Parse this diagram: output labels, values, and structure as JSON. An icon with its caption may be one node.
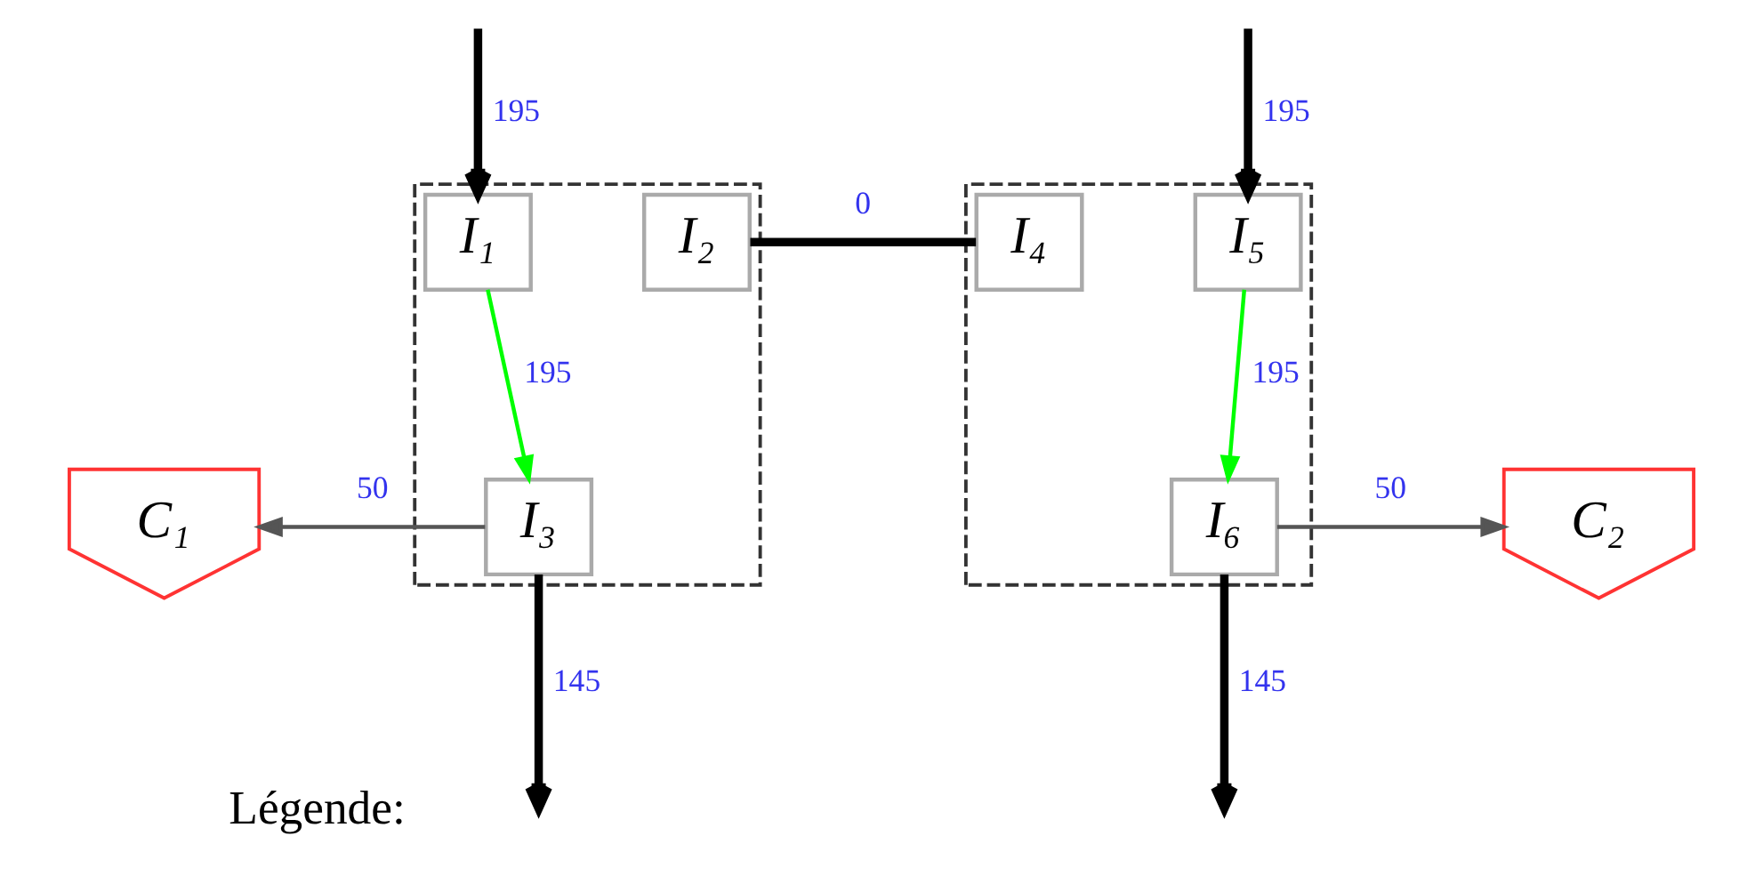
{
  "diagram": {
    "nodes": [
      {
        "text": [],
        "shape": "box"
      },
      {
        "text": [
          "I₁"
        ],
        "in": 0
      },
      {
        "text": [
          "I₂"
        ],
        "in": 0
      },
      {
        "text": [
          "I₃"
        ],
        "in": 0
      },
      {
        "text": [],
        "shape": "box"
      },
      {
        "text": [
          "I₄"
        ],
        "in": 4
      },
      {
        "text": [
          "I₅"
        ],
        "in": 4
      },
      {
        "text": [
          "I₆"
        ],
        "in": 4
      },
      {
        "text": [
          "C₁"
        ]
      },
      {
        "text": [
          "C₂"
        ]
      }
    ],
    "edges": [
      {
        "from": null,
        "to": 1,
        "arrow": "to",
        "label": "195"
      },
      {
        "from": null,
        "to": 6,
        "arrow": "to",
        "label": "195"
      },
      {
        "from": 2,
        "to": 5,
        "arrow": "none",
        "label": "0"
      },
      {
        "from": 1,
        "to": 3,
        "arrow": "to",
        "label": "195",
        "color": "#00ff00"
      },
      {
        "from": 6,
        "to": 7,
        "arrow": "to",
        "label": "195",
        "color": "#00ff00"
      },
      {
        "from": 3,
        "to": 8,
        "arrow": "to",
        "label": "50",
        "color": "#555555"
      },
      {
        "from": 7,
        "to": 9,
        "arrow": "to",
        "label": "50",
        "color": "#555555"
      },
      {
        "from": 3,
        "to": null,
        "arrow": "to",
        "label": "145"
      },
      {
        "from": 7,
        "to": null,
        "arrow": "to",
        "label": "145"
      }
    ],
    "labels": [
      "Légende:"
    ]
  }
}
